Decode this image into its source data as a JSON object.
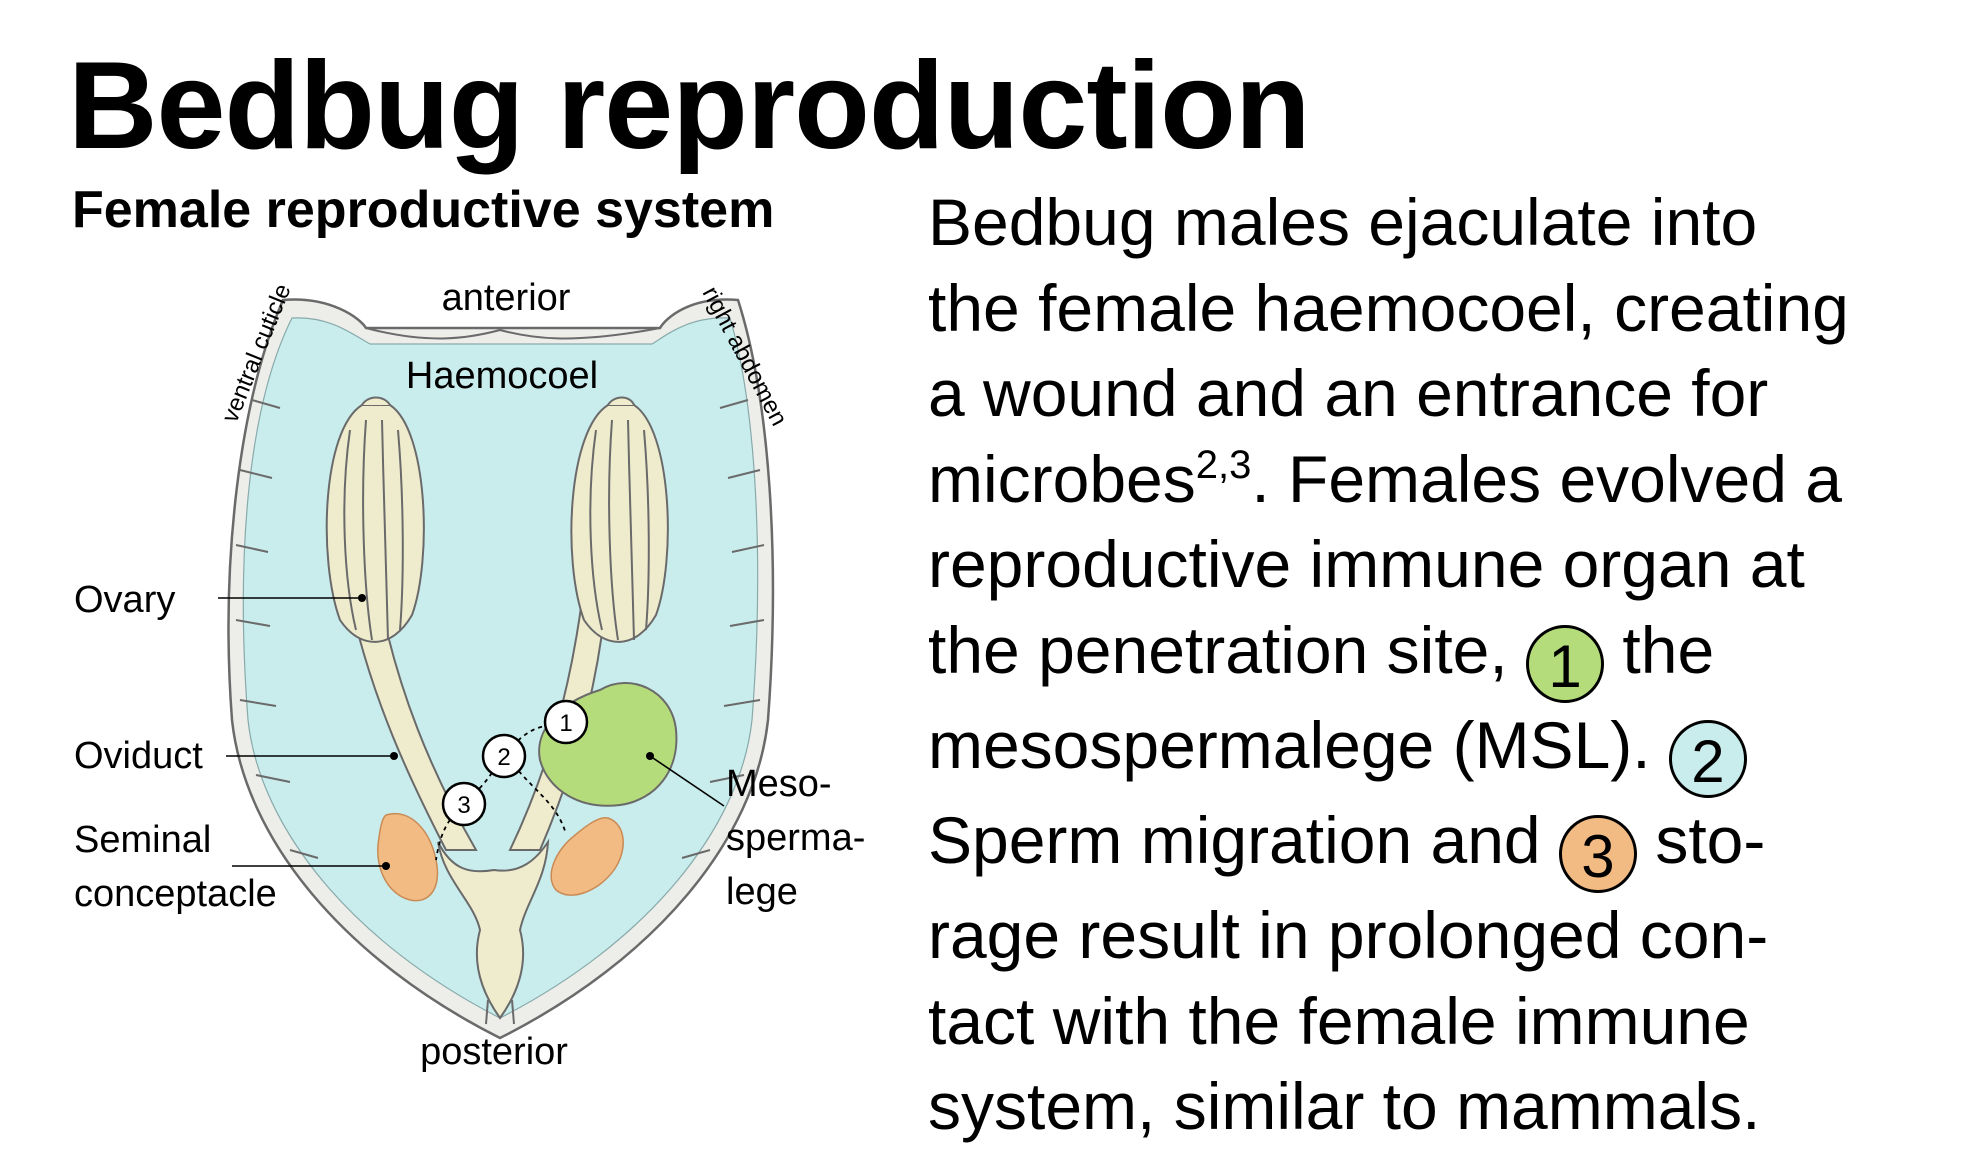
{
  "title": "Bedbug reproduction",
  "figure": {
    "subtitle": "Female reproductive system",
    "labels": {
      "anterior": "anterior",
      "posterior": "posterior",
      "haemocoel": "Haemocoel",
      "ventral_cuticle": "ventral cuticle",
      "right_abdomen": "right abdomen",
      "ovary": "Ovary",
      "oviduct": "Oviduct",
      "seminal_1": "Seminal",
      "seminal_2": "conceptacle",
      "meso_1": "Meso-",
      "meso_2": "sperma-",
      "meso_3": "lege"
    },
    "markers": [
      "1",
      "2",
      "3"
    ],
    "colors": {
      "haemocoel": "#c9ecec",
      "cuticle": "#ededea",
      "ovary": "#efecce",
      "mesospermalege": "#b5dc7a",
      "conceptacle": "#f3bb84"
    }
  },
  "text": {
    "line1": "Bedbug males ejaculate into",
    "line2": "the female haemocoel, creating",
    "line3": "a wound and an entrance for",
    "line4_a": "microbes",
    "line4_sup": "2,3",
    "line4_b": ". Females evolved a",
    "line5": "reproductive immune organ at",
    "line6_a": "the penetration site,",
    "badge1": "1",
    "line6_b": "the",
    "line7_a": "mesospermalege (MSL).",
    "badge2": "2",
    "line8_a": "Sperm migration and",
    "badge3": "3",
    "line8_b": "sto-",
    "line9": "rage result in prolonged con-",
    "line10": "tact with the female immune",
    "line11": "system, similar to mammals.",
    "badge_colors": [
      "#b5dc7a",
      "#c9ecec",
      "#f3bb84"
    ]
  }
}
